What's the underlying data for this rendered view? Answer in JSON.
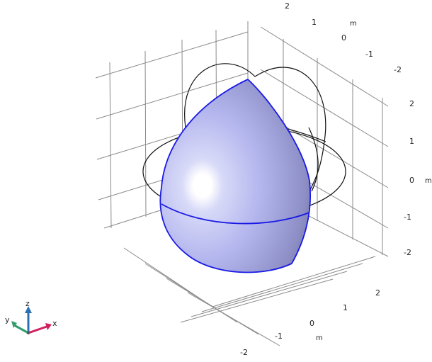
{
  "axis_ticks": {
    "top": [
      "2",
      "1",
      "0",
      "-1",
      "-2"
    ],
    "right": [
      "2",
      "1",
      "0",
      "-1",
      "-2"
    ],
    "bottom": [
      "2",
      "1",
      "0",
      "-1",
      "-2"
    ]
  },
  "units": {
    "top": "m",
    "right": "m",
    "bottom": "m"
  },
  "triad": {
    "x": "x",
    "y": "y",
    "z": "z"
  },
  "colors": {
    "grid": "#8a8a8a",
    "surface": "#b8bbf0",
    "edge": "#1a1ae6",
    "wire": "#111111",
    "triad_x": "#d02060",
    "triad_y": "#2f9e6c",
    "triad_z": "#2c6fb3"
  }
}
